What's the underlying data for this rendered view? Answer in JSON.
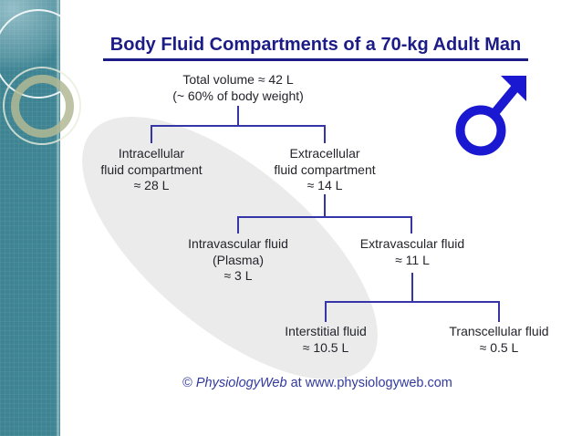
{
  "slide": {
    "title": "Body Fluid Compartments of a 70-kg Adult Man",
    "footer": {
      "prefix": "© ",
      "brand": "PhysiologyWeb",
      "suffix": " at www.physiologyweb.com"
    }
  },
  "diagram": {
    "nodes": {
      "total": {
        "lines": [
          "Total volume ≈ 42 L",
          "(~ 60% of body weight)"
        ]
      },
      "intracellular": {
        "lines": [
          "Intracellular",
          "fluid compartment",
          "≈ 28 L"
        ]
      },
      "extracellular": {
        "lines": [
          "Extracellular",
          "fluid compartment",
          "≈ 14 L"
        ]
      },
      "intravascular": {
        "lines": [
          "Intravascular fluid",
          "(Plasma)",
          "≈ 3 L"
        ]
      },
      "extravascular": {
        "lines": [
          "Extravascular fluid",
          "≈ 11 L"
        ]
      },
      "interstitial": {
        "lines": [
          "Interstitial fluid",
          "≈ 10.5 L"
        ]
      },
      "transcellular": {
        "lines": [
          "Transcellular fluid",
          "≈ 0.5 L"
        ]
      }
    }
  },
  "icons": {
    "male_symbol": "male-gender-icon"
  },
  "colors": {
    "title_navy": "#1c1c87",
    "connector_blue": "#3535a8",
    "male_blue": "#1a18d0",
    "sidebar_teal": "#3e8493",
    "footer_navy": "#323a9e",
    "ellipse_gray": "#ebebeb",
    "text_dark": "#24242c"
  }
}
